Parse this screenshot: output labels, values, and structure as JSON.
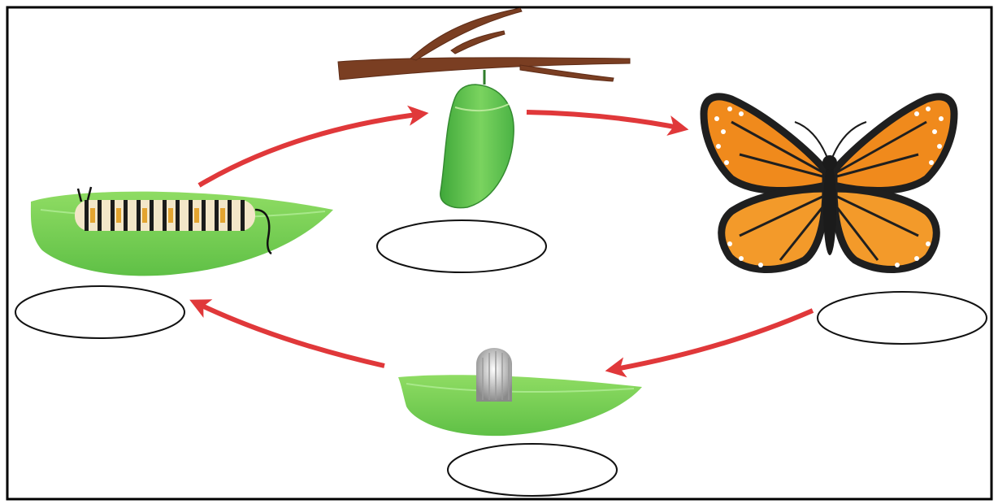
{
  "diagram": {
    "title": "",
    "stages": [
      {
        "id": "caterpillar",
        "name": "caterpillar-on-leaf",
        "label": ""
      },
      {
        "id": "chrysalis",
        "name": "chrysalis-on-branch",
        "label": ""
      },
      {
        "id": "butterfly",
        "name": "monarch-butterfly",
        "label": ""
      },
      {
        "id": "egg",
        "name": "egg-on-leaf",
        "label": ""
      }
    ],
    "arrows": [
      {
        "from": "caterpillar",
        "to": "chrysalis"
      },
      {
        "from": "chrysalis",
        "to": "butterfly"
      },
      {
        "from": "butterfly",
        "to": "egg"
      },
      {
        "from": "egg",
        "to": "caterpillar"
      }
    ],
    "colors": {
      "arrow": "#e0383a",
      "leaf": "#7ed35a",
      "chrysalis": "#5cbf4a",
      "wing": "#f08a1c",
      "wing_border": "#222222",
      "branch": "#7a3e22",
      "frame": "#000000"
    }
  }
}
